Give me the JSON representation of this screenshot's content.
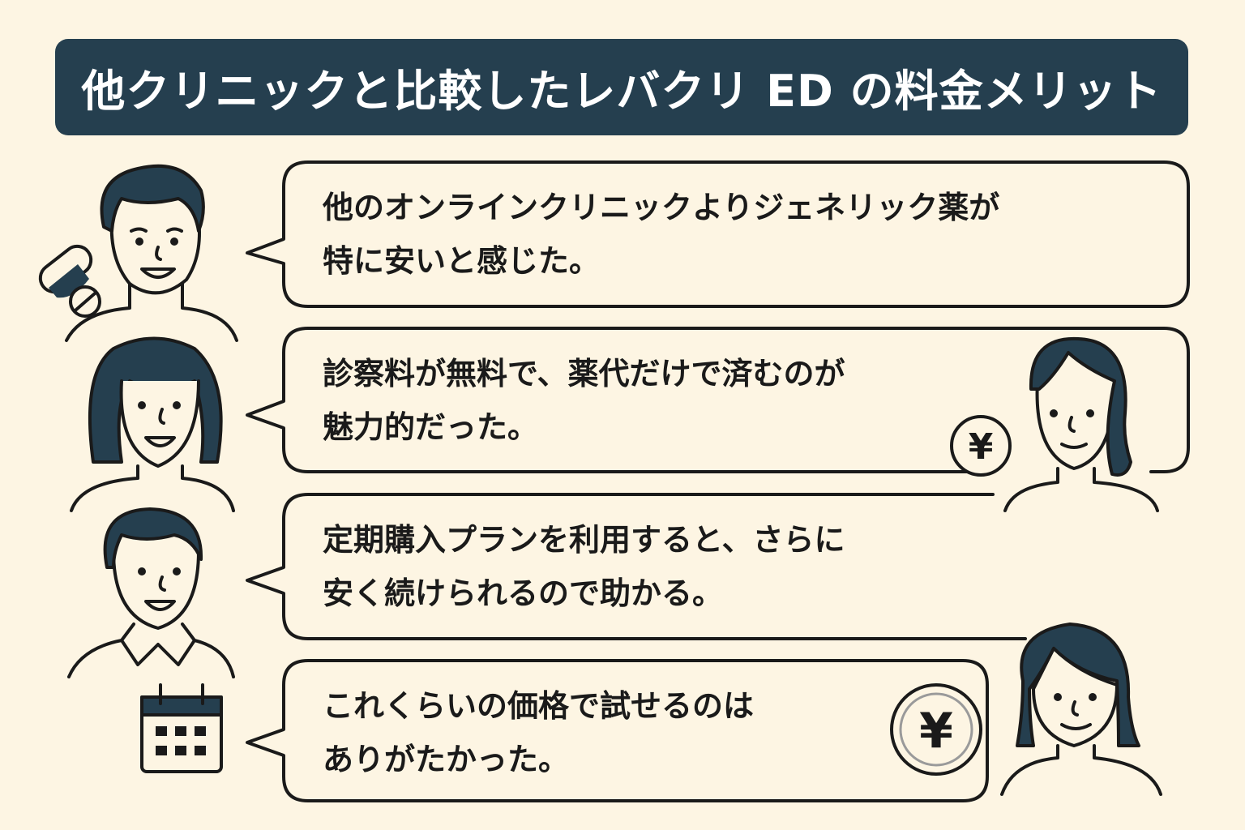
{
  "title": "他クリニックと比較したレバクリ ED の料金メリット",
  "colors": {
    "background": "#fdf5e3",
    "accent": "#253f4f",
    "ink": "#1a1a1a"
  },
  "testimonials": [
    {
      "lines": [
        "他のオンラインクリニックよりジェネリック薬が",
        "特に安いと感じた。"
      ],
      "icon": "pill-icon"
    },
    {
      "lines": [
        "診察料が無料で、薬代だけで済むのが",
        "魅力的だった。"
      ],
      "icon": "yen-coin-icon"
    },
    {
      "lines": [
        "定期購入プランを利用すると、さらに",
        "安く続けられるので助かる。"
      ],
      "icon": "calendar-icon"
    },
    {
      "lines": [
        "これくらいの価格で試せるのは",
        "ありがたかった。"
      ],
      "icon": "yen-coin-icon"
    }
  ],
  "yen_symbol": "¥"
}
